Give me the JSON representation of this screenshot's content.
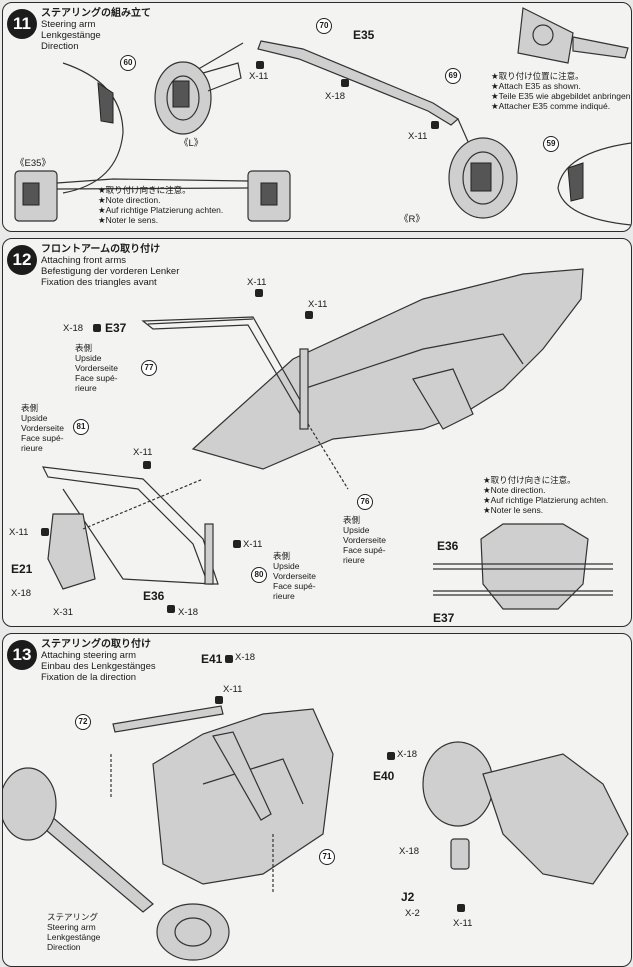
{
  "step11": {
    "number": "11",
    "title_jp": "ステアリングの組み立て",
    "title_en": "Steering arm",
    "title_de": "Lenkgestänge",
    "title_fr": "Direction",
    "parts": {
      "x11a": "X-11",
      "x18a": "X-18",
      "x11b": "X-11",
      "e35": "E35",
      "e35b": "《E35》",
      "left": "《L》",
      "right": "《R》"
    },
    "refs": {
      "r70": "70",
      "r60": "60",
      "r69": "69",
      "r59": "59"
    },
    "note_top": [
      "★取り付け位置に注意。",
      "★Attach E35 as shown.",
      "★Teile E35 wie abgebildet anbringen.",
      "★Attacher E35 comme indiqué."
    ],
    "note_mid": [
      "★取り付け向きに注意。",
      "★Note direction.",
      "★Auf richtige Platzierung achten.",
      "★Noter le sens."
    ]
  },
  "step12": {
    "number": "12",
    "title_jp": "フロントアームの取り付け",
    "title_en": "Attaching front arms",
    "title_de": "Befestigung der vorderen Lenker",
    "title_fr": "Fixation des triangles avant",
    "parts": {
      "x11a": "X-11",
      "x18a": "X-18",
      "e37": "E37",
      "x11b": "X-11",
      "x11c": "X-11",
      "x11d": "X-11",
      "x11e": "X-11",
      "e21": "E21",
      "x18b": "X-18",
      "x31": "X-31",
      "e36": "E36",
      "x18c": "X-18",
      "e36b": "E36",
      "e37b": "E37"
    },
    "refs": {
      "r77": "77",
      "r81": "81",
      "r76": "76",
      "r80": "80"
    },
    "upside_a": [
      "表側",
      "Upside",
      "Vorderseite",
      "Face supé-",
      "rieure"
    ],
    "upside_b": [
      "表側",
      "Upside",
      "Vorderseite",
      "Face supé-",
      "rieure"
    ],
    "upside_c": [
      "表側",
      "Upside",
      "Vorderseite",
      "Face supé-",
      "rieure"
    ],
    "upside_d": [
      "表側",
      "Upside",
      "Vorderseite",
      "Face supé-",
      "rieure"
    ],
    "note": [
      "★取り付け向きに注意。",
      "★Note direction.",
      "★Auf richtige Platzierung achten.",
      "★Noter le sens."
    ]
  },
  "step13": {
    "number": "13",
    "title_jp": "ステアリングの取り付け",
    "title_en": "Attaching steering arm",
    "title_de": "Einbau des Lenkgestänges",
    "title_fr": "Fixation de la direction",
    "parts": {
      "e41": "E41",
      "x18a": "X-18",
      "x11a": "X-11",
      "x18b": "X-18",
      "e40": "E40",
      "x18c": "X-18",
      "j2": "J2",
      "x2": "X-2",
      "x11b": "X-11"
    },
    "refs": {
      "r72": "72",
      "r71": "71"
    },
    "steering": [
      "ステアリング",
      "Steering arm",
      "Lenkgestänge",
      "Direction"
    ]
  }
}
